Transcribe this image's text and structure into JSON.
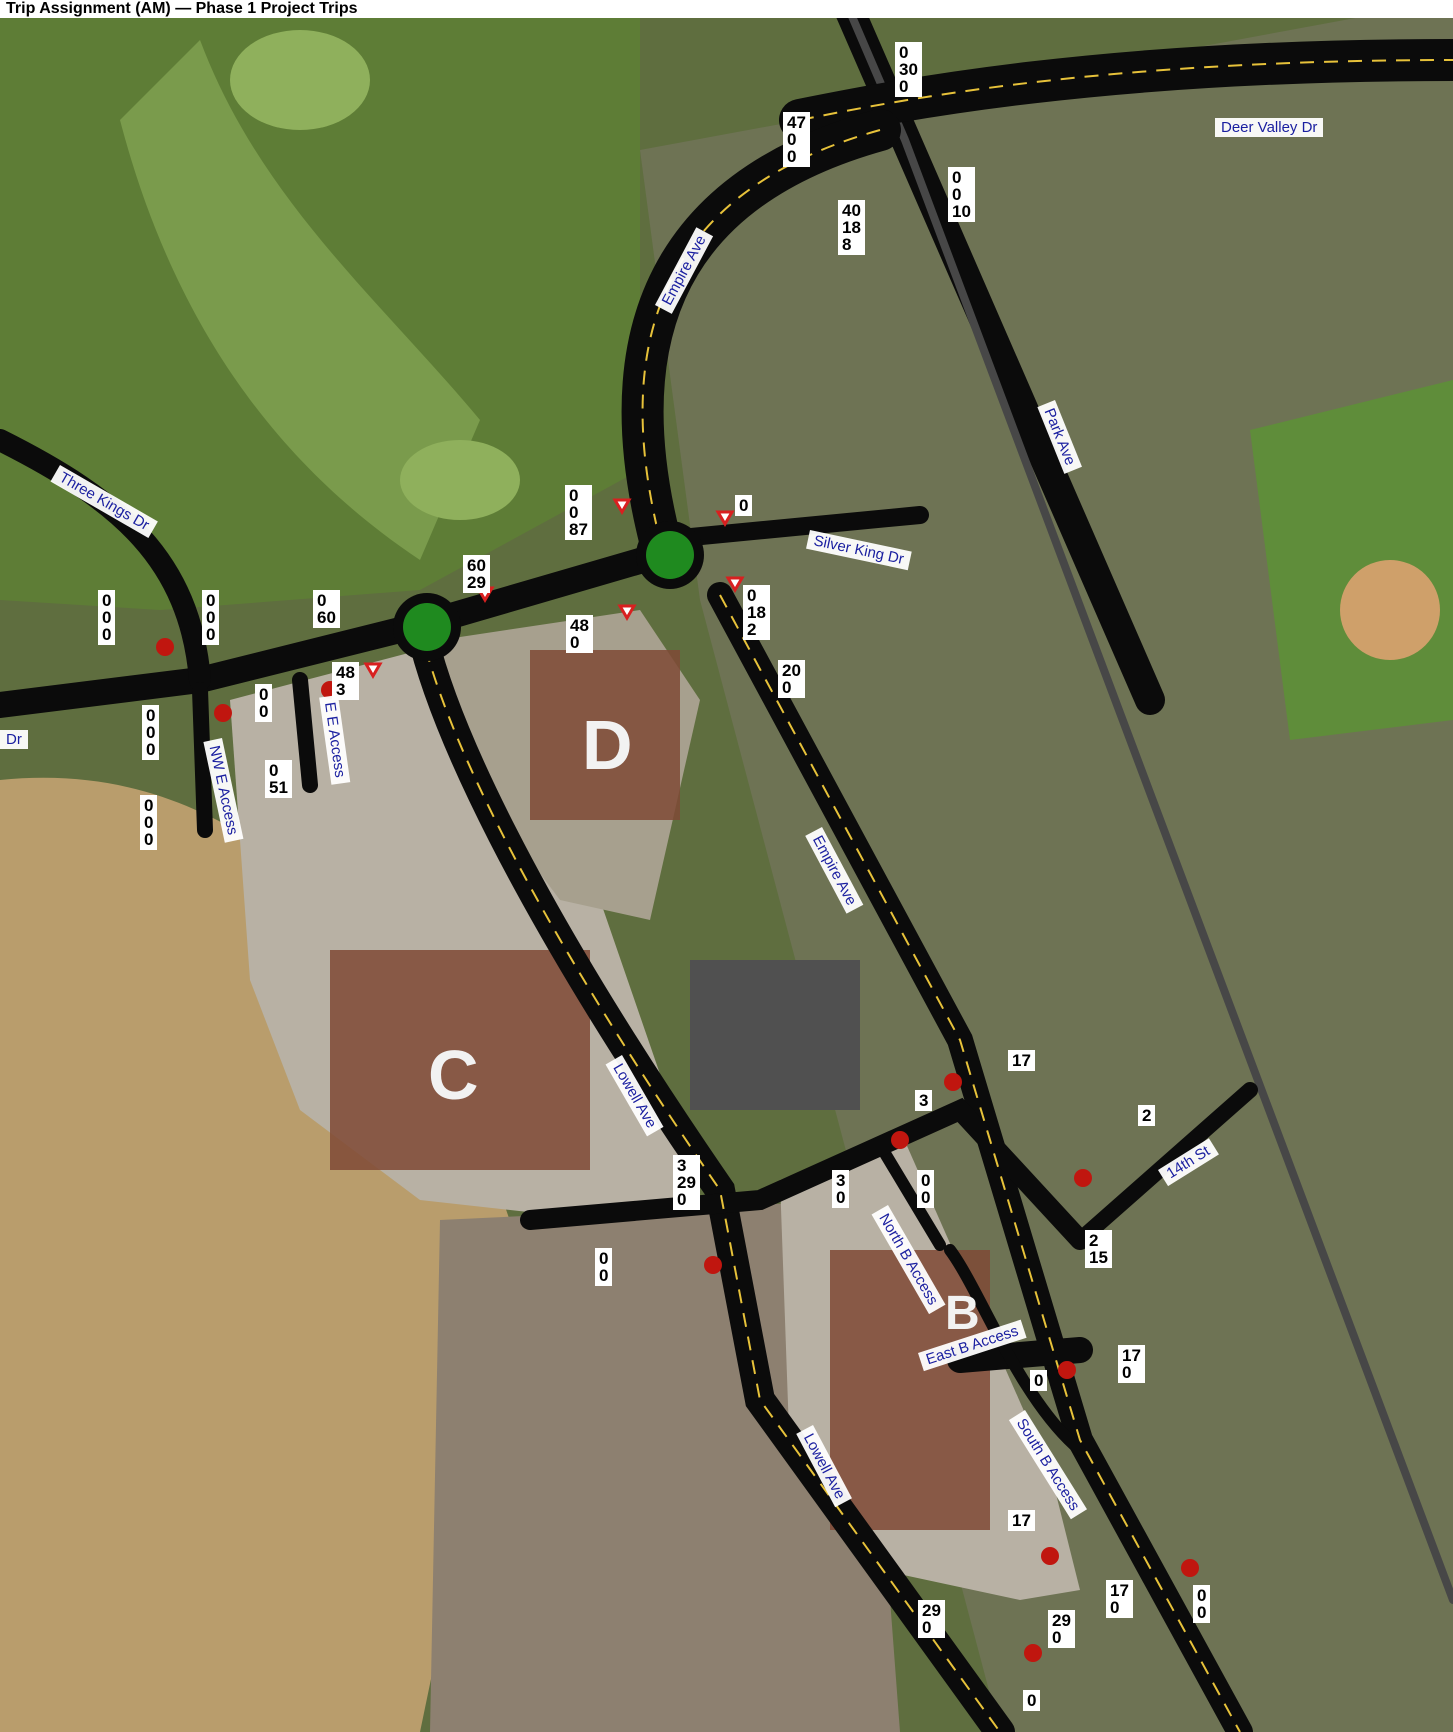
{
  "title": "Trip Assignment (AM) — Phase 1 Project Trips",
  "colors": {
    "road": "#0b0b0b",
    "roundabout": "#1f8a1f",
    "stop_marker": "#c0160f",
    "yield_marker": "#d82020",
    "street_label": "#1a1fa0",
    "dirt": "#b89a6a",
    "grass": "#5f7a3a"
  },
  "streets": {
    "deer_valley": "Deer Valley Dr",
    "empire_north": "Empire Ave",
    "park": "Park Ave",
    "three_kings": "Three Kings Dr",
    "silver_king": "Silver King Dr",
    "nw_e": "NW E Access",
    "e_e": "E E Access",
    "empire_south": "Empire Ave",
    "lowell_north": "Lowell Ave",
    "lowell_south": "Lowell Ave",
    "fourteenth": "14th St",
    "north_b": "North B Access",
    "east_b": "East B Access",
    "south_b": "South B Access",
    "dr_stub": "Dr"
  },
  "sites": {
    "D": "D",
    "C": "C",
    "B": "B"
  },
  "volumes": {
    "v1": [
      "0",
      "30",
      "0"
    ],
    "v2": [
      "47",
      "0",
      "0"
    ],
    "v3": [
      "0",
      "0",
      "10"
    ],
    "v4": [
      "40",
      "18",
      "8"
    ],
    "v5": [
      "0",
      "0",
      "87"
    ],
    "v6": [
      "0"
    ],
    "v7": [
      "60",
      "29"
    ],
    "v8": [
      "0",
      "18",
      "2"
    ],
    "v9": [
      "48",
      "0"
    ],
    "v10": [
      "20",
      "0"
    ],
    "v11": [
      "0",
      "0",
      "0"
    ],
    "v12": [
      "0",
      "0",
      "0"
    ],
    "v13": [
      "0",
      "60"
    ],
    "v14": [
      "0",
      "0"
    ],
    "v15": [
      "48",
      "3"
    ],
    "v16": [
      "0",
      "51"
    ],
    "v17": [
      "0",
      "0",
      "0"
    ],
    "v18": [
      "0",
      "0",
      "0"
    ],
    "v19": [
      "17"
    ],
    "v20": [
      "3"
    ],
    "v21": [
      "2"
    ],
    "v22": [
      "0",
      "0"
    ],
    "v23": [
      "3",
      "29",
      "0"
    ],
    "v24": [
      "3",
      "0"
    ],
    "v25": [
      "2",
      "15"
    ],
    "v26": [
      "0",
      "0"
    ],
    "v27": [
      "0"
    ],
    "v28": [
      "17",
      "0"
    ],
    "v29": [
      "17"
    ],
    "v30": [
      "29",
      "0"
    ],
    "v31": [
      "29",
      "0"
    ],
    "v32": [
      "17",
      "0"
    ],
    "v33": [
      "0",
      "0"
    ],
    "v34": [
      "0"
    ]
  }
}
